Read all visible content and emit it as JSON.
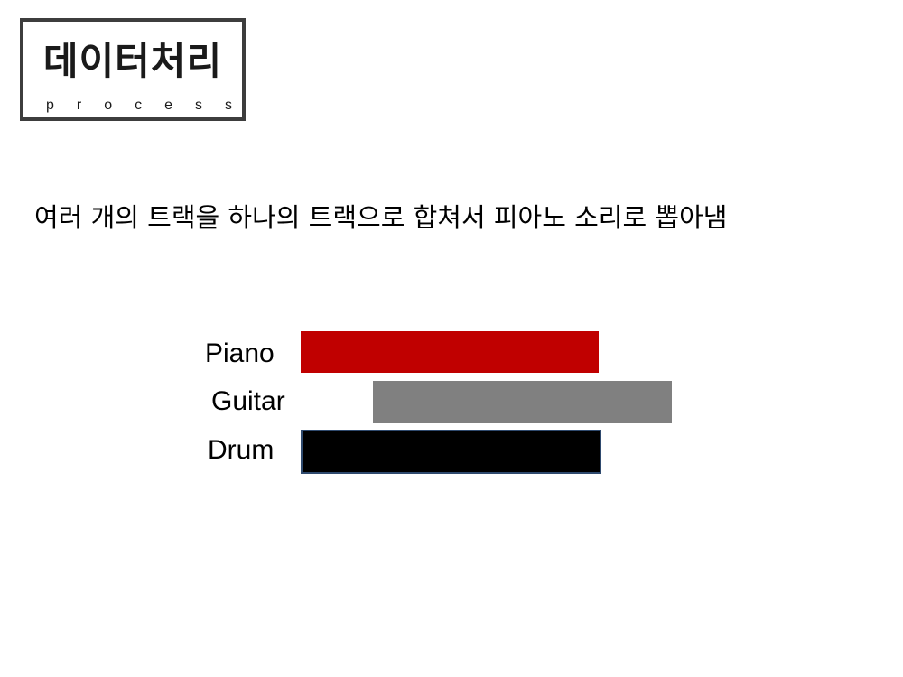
{
  "title": {
    "main": "데이터처리",
    "sub": "process"
  },
  "description": "여러 개의 트랙을 하나의 트랙으로 합쳐서 피아노 소리로 뽑아냄",
  "tracks": [
    {
      "label": "Piano",
      "color": "#c00000"
    },
    {
      "label": "Guitar",
      "color": "#808080"
    },
    {
      "label": "Drum",
      "color": "#000000",
      "border": "#2f4a6e"
    }
  ]
}
